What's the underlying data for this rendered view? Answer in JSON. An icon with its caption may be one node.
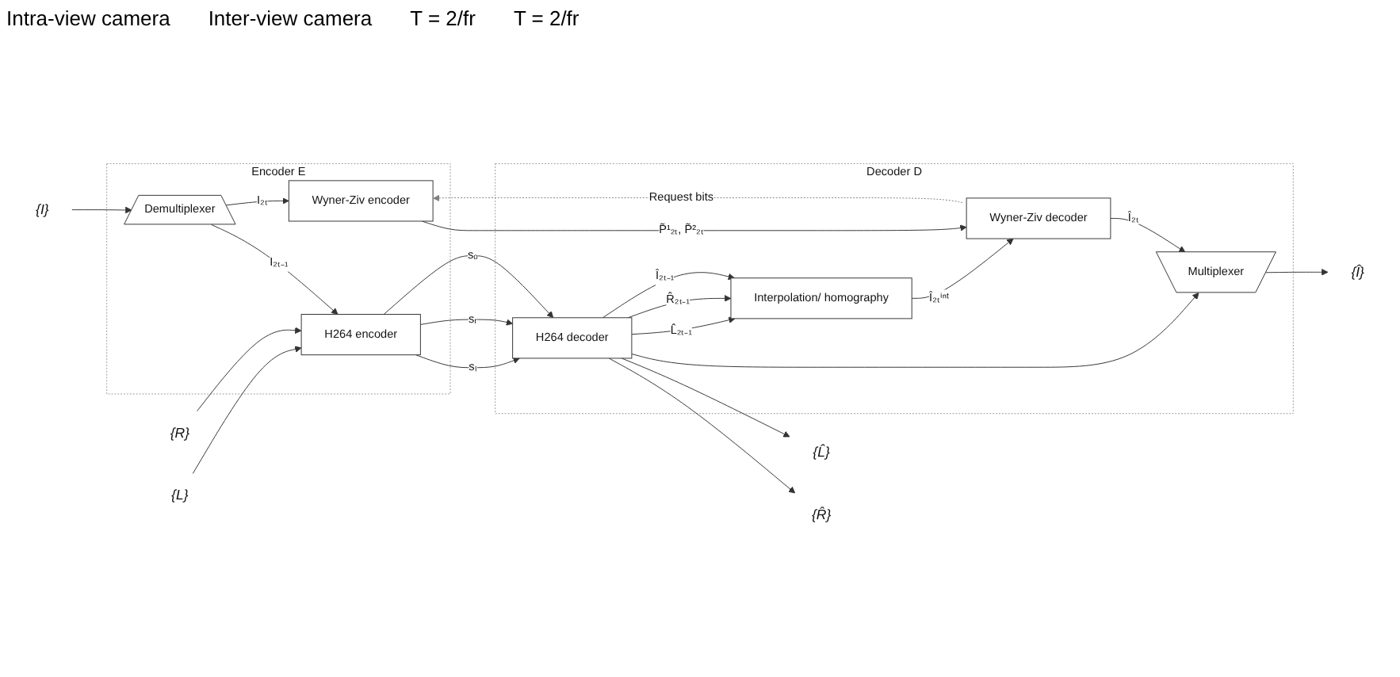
{
  "diagram": {
    "nodes": [
      {
        "text": [
          "{L}"
        ]
      },
      {
        "text": [
          "{R}"
        ]
      },
      {
        "text": [
          "{I}"
        ]
      },
      {
        "text": [
          "Encoder E"
        ]
      },
      {
        "text": [
          "H264 encoder"
        ],
        "in": 3
      },
      {
        "text": [
          "Demultiplexer"
        ],
        "in": 3
      },
      {
        "text": [
          "Wyner-Ziv encoder"
        ],
        "in": 3
      },
      {
        "text": [
          "Decoder D"
        ]
      },
      {
        "text": [
          "H264 decoder"
        ],
        "in": 7
      },
      {
        "text": [
          "Interpolation/ homography"
        ],
        "in": 7
      },
      {
        "text": [
          "Wyner-Ziv decoder"
        ],
        "in": 7
      },
      {
        "text": [
          "Multiplexer"
        ],
        "in": 7
      },
      {
        "text": [
          "{L̂}"
        ]
      },
      {
        "text": [
          "{R̂}"
        ]
      },
      {
        "text": [
          "{Î}"
        ]
      }
    ],
    "edges": [
      {
        "from": 0,
        "to": 4,
        "arrow": "to"
      },
      {
        "from": 1,
        "to": 4,
        "arrow": "to"
      },
      {
        "from": 2,
        "to": 5,
        "arrow": "to"
      },
      {
        "from": 5,
        "to": 4,
        "arrow": "to",
        "label": "I₂ₜ₋₁"
      },
      {
        "from": 5,
        "to": 6,
        "arrow": "to",
        "label": "I₂ₜ"
      },
      {
        "from": 4,
        "to": 8,
        "arrow": "to",
        "label": "sₗ"
      },
      {
        "from": 4,
        "to": 8,
        "arrow": "to",
        "label": "sᵣ"
      },
      {
        "from": 4,
        "to": 8,
        "arrow": "to",
        "label": "sₒ"
      },
      {
        "from": 8,
        "to": 12,
        "arrow": "to"
      },
      {
        "from": 8,
        "to": 13,
        "arrow": "to"
      },
      {
        "from": 8,
        "to": 9,
        "arrow": "to",
        "label": "L̂₂ₜ₋₁"
      },
      {
        "from": 8,
        "to": 9,
        "arrow": "to",
        "label": "R̂₂ₜ₋₁"
      },
      {
        "from": 8,
        "to": 9,
        "arrow": "to",
        "label": "Î₂ₜ₋₁"
      },
      {
        "from": 8,
        "to": 11,
        "arrow": "to"
      },
      {
        "from": 9,
        "to": 10,
        "arrow": "to",
        "label": "Î₂ₜⁱⁿᵗ"
      },
      {
        "from": 6,
        "to": 10,
        "arrow": "to",
        "label": "P̃¹₂ₜ, P̃²₂ₜ"
      },
      {
        "from": 10,
        "to": 11,
        "arrow": "to",
        "label": "Î₂ₜ"
      },
      {
        "from": 11,
        "to": 14,
        "arrow": "to"
      },
      {
        "from": 10,
        "to": 6,
        "arrow": "to",
        "label": "Request bits",
        "style": "dashed",
        "color": "#808080"
      }
    ],
    "labels": [
      "Intra-view camera",
      "Inter-view camera",
      "T = 2/fr",
      "T = 2/fr"
    ]
  }
}
